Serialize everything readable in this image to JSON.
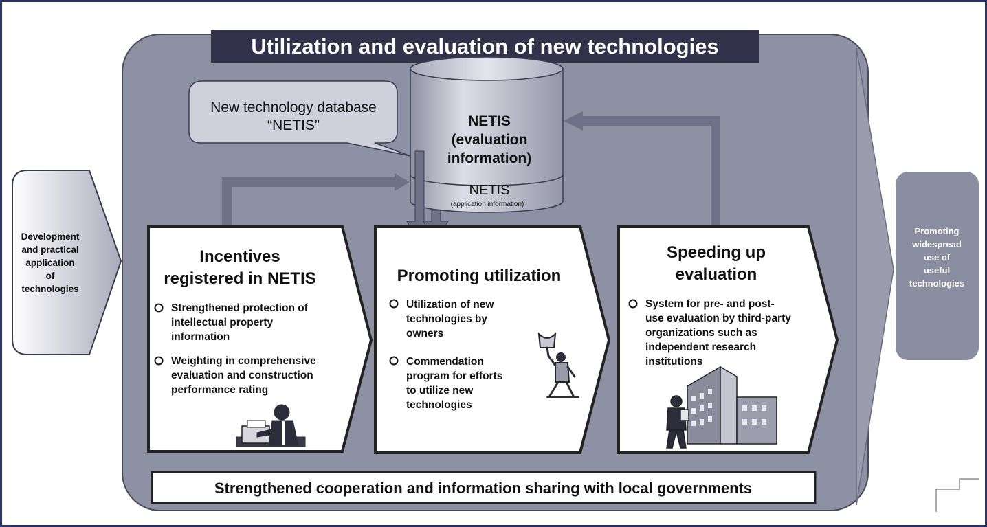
{
  "title": "Utilization and evaluation of new technologies",
  "left_box": [
    "Development",
    "and practical",
    "application",
    "of",
    "technologies"
  ],
  "right_box": [
    "Promoting",
    "widespread",
    "use of",
    "useful",
    "technologies"
  ],
  "callout": [
    "New technology database",
    "“NETIS”"
  ],
  "database": {
    "top_label": [
      "NETIS",
      "(evaluation",
      "information)"
    ],
    "bottom_label": "NETIS",
    "bottom_sub": "(application information)"
  },
  "panels": [
    {
      "heading": [
        "Incentives",
        "registered in NETIS"
      ],
      "bullets": [
        [
          "Strengthened protection of",
          "intellectual property",
          "information"
        ],
        [
          "Weighting in comprehensive",
          "evaluation and construction",
          "performance rating"
        ]
      ]
    },
    {
      "heading": [
        "Promoting utilization"
      ],
      "bullets": [
        [
          "Utilization of new",
          "technologies by",
          "owners"
        ],
        [
          "Commendation",
          "program for efforts",
          "to utilize new",
          "technologies"
        ]
      ]
    },
    {
      "heading": [
        "Speeding up",
        "evaluation"
      ],
      "bullets": [
        [
          "System for pre- and post-",
          "use evaluation by third-party",
          "organizations such as",
          "independent research",
          "institutions"
        ]
      ]
    }
  ],
  "bottom_banner": "Strengthened cooperation and information sharing with local governments",
  "colors": {
    "border": "#2a3263",
    "panel_bg": "#8e90a3",
    "panel_stroke": "#4a4c5c",
    "title_bg": "#32334a",
    "arrow": "#6f7186",
    "right_box": "#8a8c9f"
  },
  "icons": [
    "person-at-computer-icon",
    "person-holding-trophy-icon",
    "person-in-front-of-buildings-icon"
  ]
}
